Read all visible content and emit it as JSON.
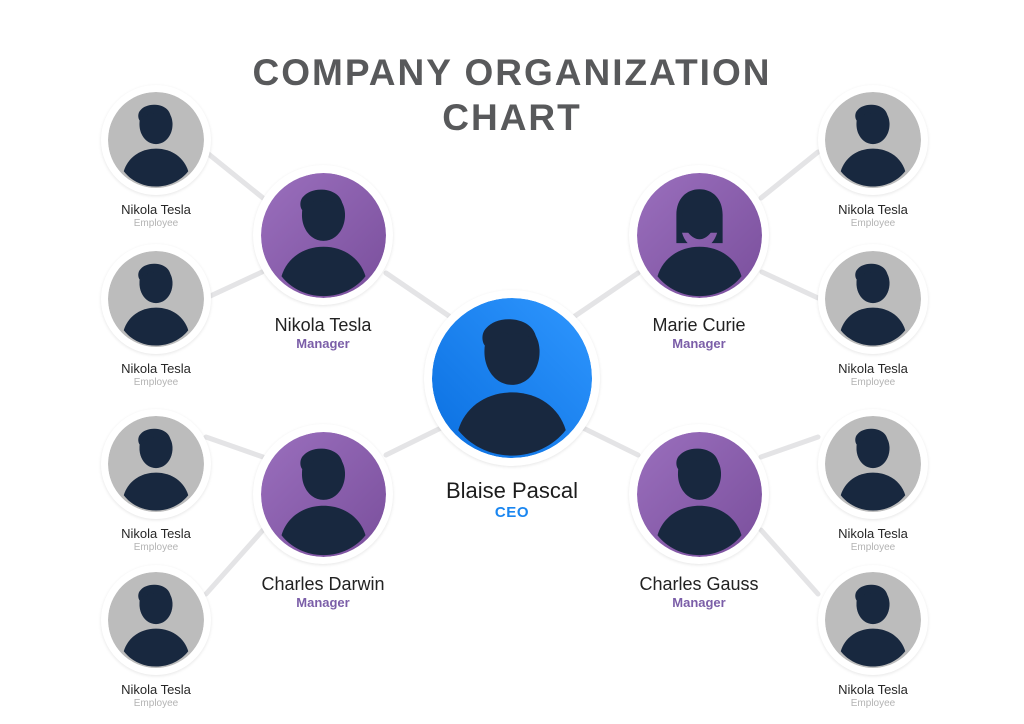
{
  "title": {
    "line1": "COMPANY ORGANIZATION",
    "line2": "CHART"
  },
  "colors": {
    "title": "#58595b",
    "ceo_fill_light": "#2f97ff",
    "ceo_fill_dark": "#0a6fe0",
    "ceo_role": "#1a86f0",
    "manager_fill_light": "#9a6fbd",
    "manager_fill_dark": "#7a4f9c",
    "manager_role": "#7b5ea8",
    "employee_fill": "#bcbcbc",
    "employee_role": "#b3b3b3",
    "silhouette": "#18283f",
    "ring": "#ffffff",
    "connector": "#e4e4e6",
    "background": "#ffffff"
  },
  "ceo": {
    "name": "Blaise Pascal",
    "role": "CEO",
    "avatar": "male-silhouette-icon"
  },
  "managers": [
    {
      "id": "mgr-top-left",
      "name": "Nikola Tesla",
      "role": "Manager",
      "avatar": "male-silhouette-icon"
    },
    {
      "id": "mgr-top-right",
      "name": "Marie Curie",
      "role": "Manager",
      "avatar": "female-silhouette-icon"
    },
    {
      "id": "mgr-bottom-left",
      "name": "Charles Darwin",
      "role": "Manager",
      "avatar": "male-silhouette-icon"
    },
    {
      "id": "mgr-bottom-right",
      "name": "Charles Gauss",
      "role": "Manager",
      "avatar": "male-silhouette-icon"
    }
  ],
  "employees": [
    {
      "id": "emp-tl-1",
      "name": "Nikola Tesla",
      "role": "Employee",
      "avatar": "male-silhouette-icon",
      "manager": "mgr-top-left"
    },
    {
      "id": "emp-tl-2",
      "name": "Nikola Tesla",
      "role": "Employee",
      "avatar": "male-silhouette-icon",
      "manager": "mgr-top-left"
    },
    {
      "id": "emp-tr-1",
      "name": "Nikola Tesla",
      "role": "Employee",
      "avatar": "male-silhouette-icon",
      "manager": "mgr-top-right"
    },
    {
      "id": "emp-tr-2",
      "name": "Nikola Tesla",
      "role": "Employee",
      "avatar": "male-silhouette-icon",
      "manager": "mgr-top-right"
    },
    {
      "id": "emp-bl-1",
      "name": "Nikola Tesla",
      "role": "Employee",
      "avatar": "male-silhouette-icon",
      "manager": "mgr-bottom-left"
    },
    {
      "id": "emp-bl-2",
      "name": "Nikola Tesla",
      "role": "Employee",
      "avatar": "male-silhouette-icon",
      "manager": "mgr-bottom-left"
    },
    {
      "id": "emp-br-1",
      "name": "Nikola Tesla",
      "role": "Employee",
      "avatar": "male-silhouette-icon",
      "manager": "mgr-bottom-right"
    },
    {
      "id": "emp-br-2",
      "name": "Nikola Tesla",
      "role": "Employee",
      "avatar": "male-silhouette-icon",
      "manager": "mgr-bottom-right"
    }
  ],
  "chart_data": {
    "type": "org-chart",
    "title": "COMPANY ORGANIZATION CHART",
    "levels": [
      "CEO",
      "Manager",
      "Employee"
    ],
    "node_counts": {
      "ceo": 1,
      "managers": 4,
      "employees": 8,
      "total": 13
    },
    "edges": [
      [
        "Blaise Pascal",
        "Nikola Tesla (mgr-top-left)"
      ],
      [
        "Blaise Pascal",
        "Marie Curie (mgr-top-right)"
      ],
      [
        "Blaise Pascal",
        "Charles Darwin (mgr-bottom-left)"
      ],
      [
        "Blaise Pascal",
        "Charles Gauss (mgr-bottom-right)"
      ],
      [
        "Nikola Tesla (mgr-top-left)",
        "emp-tl-1"
      ],
      [
        "Nikola Tesla (mgr-top-left)",
        "emp-tl-2"
      ],
      [
        "Marie Curie (mgr-top-right)",
        "emp-tr-1"
      ],
      [
        "Marie Curie (mgr-top-right)",
        "emp-tr-2"
      ],
      [
        "Charles Darwin (mgr-bottom-left)",
        "emp-bl-1"
      ],
      [
        "Charles Darwin (mgr-bottom-left)",
        "emp-bl-2"
      ],
      [
        "Charles Gauss (mgr-bottom-right)",
        "emp-br-1"
      ],
      [
        "Charles Gauss (mgr-bottom-right)",
        "emp-br-2"
      ]
    ]
  }
}
